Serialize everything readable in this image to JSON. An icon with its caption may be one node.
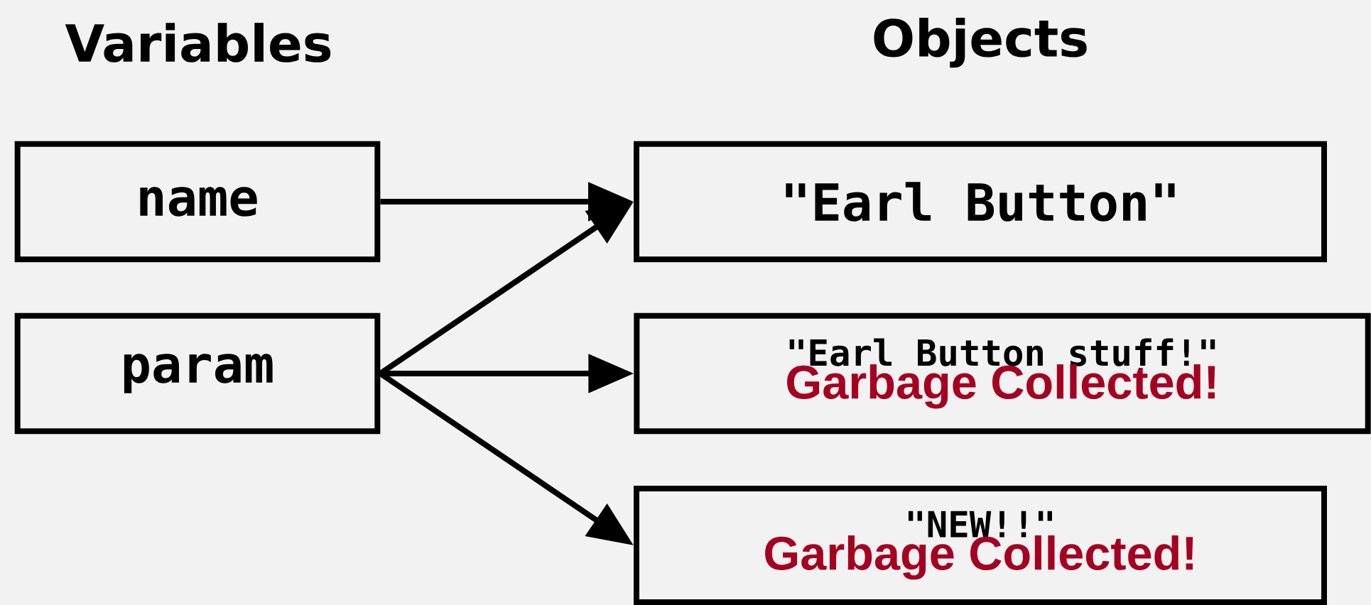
{
  "diagram": {
    "nodes": [
      {
        "text": [
          "name"
        ]
      },
      {
        "text": [
          "param"
        ]
      },
      {
        "text": [
          "\"Earl Button\""
        ]
      },
      {
        "text": [
          "\"Earl Button stuff!\"",
          "Garbage Collected!"
        ]
      },
      {
        "text": [
          "\"NEW!!\"",
          "Garbage Collected!"
        ]
      }
    ],
    "edges": [
      {
        "from": 0,
        "to": 2,
        "arrow": "to"
      },
      {
        "from": 1,
        "to": 2,
        "arrow": "to"
      },
      {
        "from": 1,
        "to": 3,
        "arrow": "to"
      },
      {
        "from": 1,
        "to": 4,
        "arrow": "to"
      }
    ],
    "labels": [
      "Variables",
      "Objects"
    ]
  }
}
